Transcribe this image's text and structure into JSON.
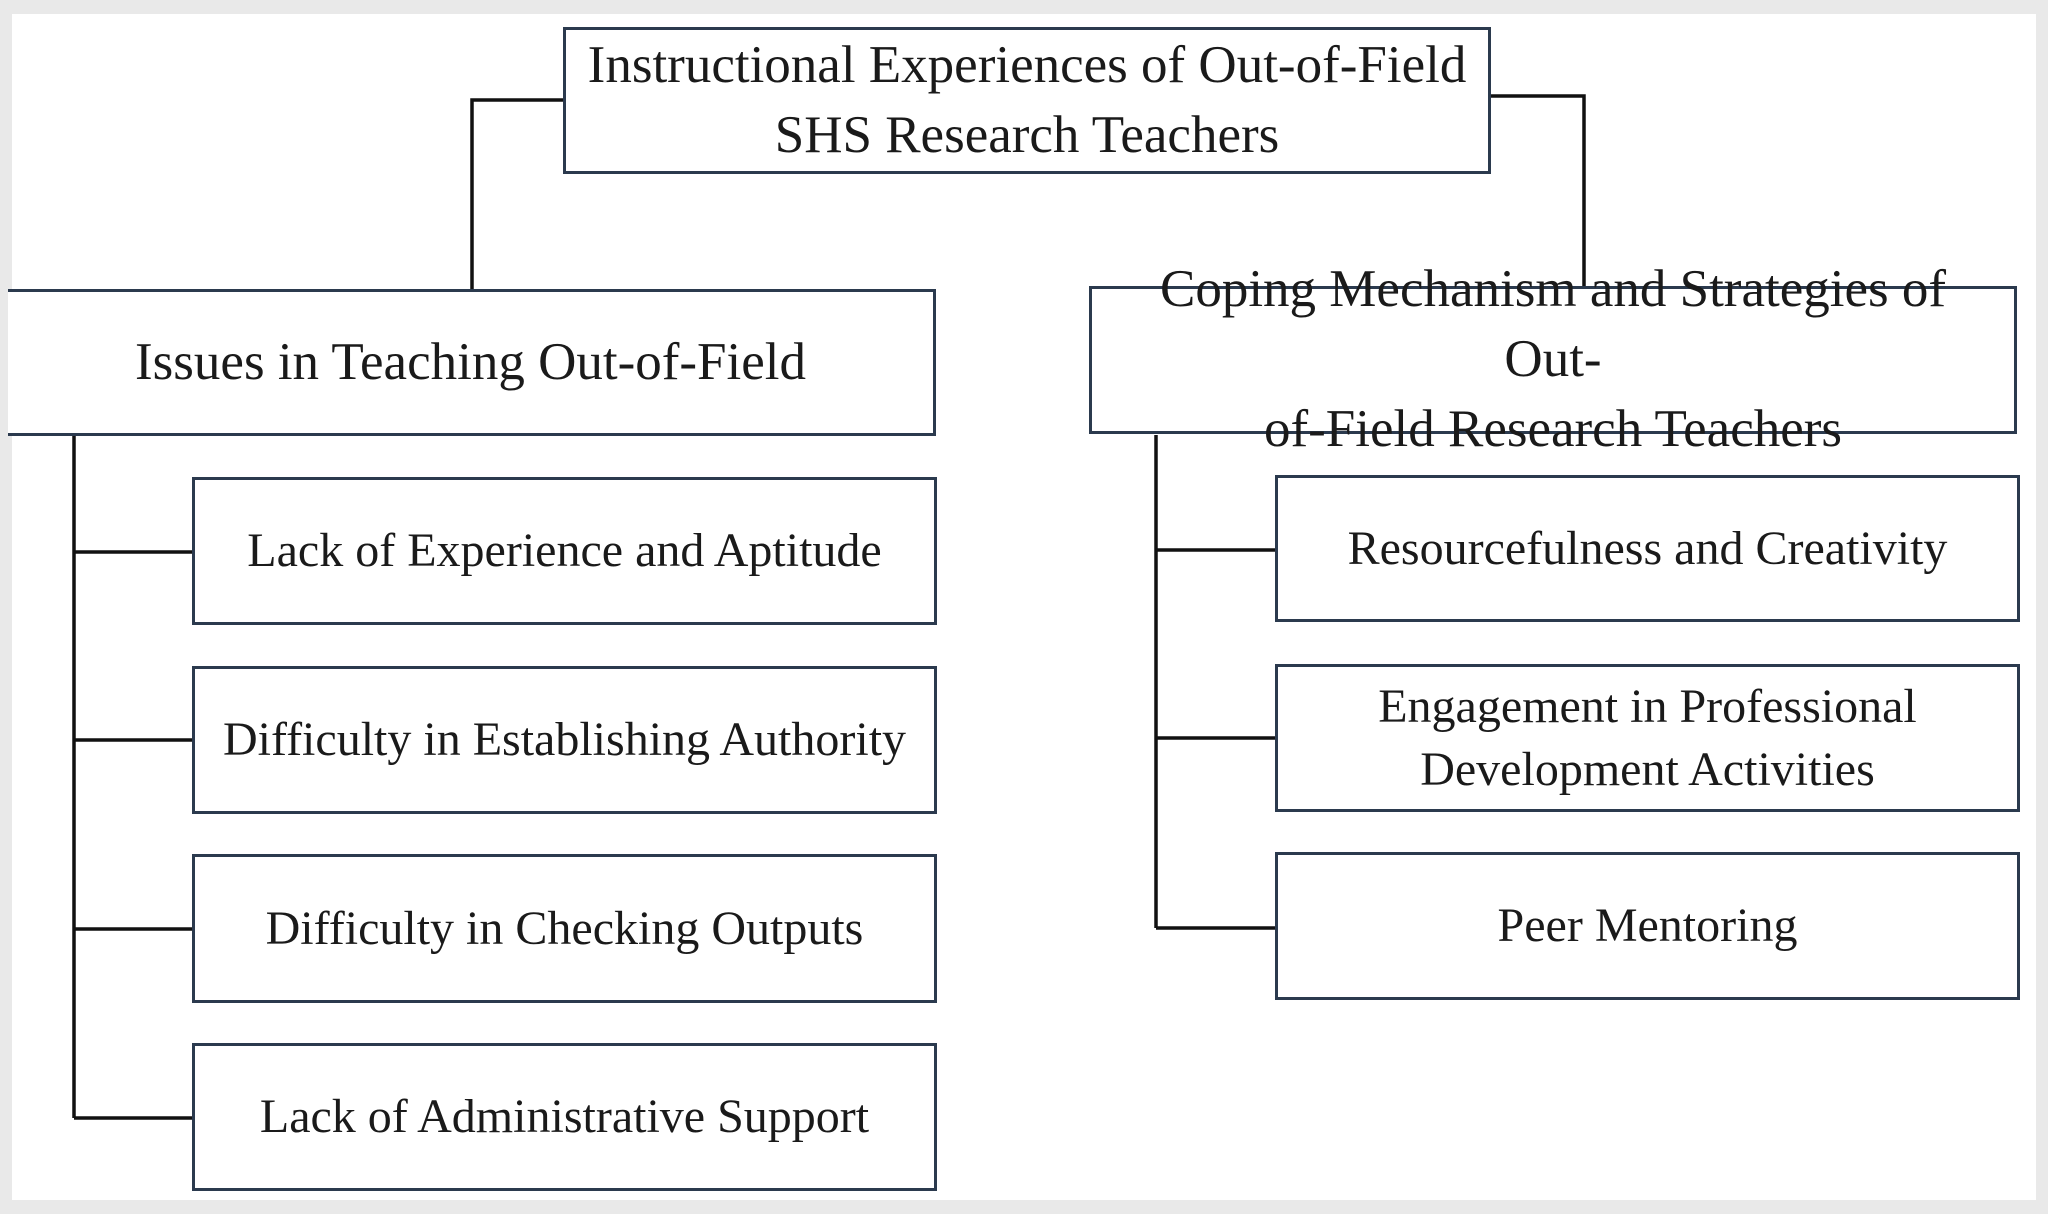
{
  "diagram": {
    "root": {
      "lines": [
        "Instructional Experiences of Out-of-Field",
        "SHS Research Teachers"
      ]
    },
    "left_branch": {
      "lines": [
        "Issues in Teaching Out-of-Field"
      ],
      "children": [
        {
          "lines": [
            "Lack of Experience and Aptitude"
          ]
        },
        {
          "lines": [
            "Difficulty in Establishing Authority"
          ]
        },
        {
          "lines": [
            "Difficulty in Checking Outputs"
          ]
        },
        {
          "lines": [
            "Lack of Administrative Support"
          ]
        }
      ]
    },
    "right_branch": {
      "lines": [
        "Coping Mechanism and Strategies of Out-",
        "of-Field Research Teachers"
      ],
      "children": [
        {
          "lines": [
            "Resourcefulness and Creativity"
          ]
        },
        {
          "lines": [
            "Engagement in Professional",
            "Development Activities"
          ]
        },
        {
          "lines": [
            "Peer Mentoring"
          ]
        }
      ]
    },
    "colors": {
      "border": "#2b3a4e",
      "connector": "#111111",
      "text": "#1a1a1a",
      "background": "#ffffff",
      "frame": "#e9e9e9"
    }
  }
}
